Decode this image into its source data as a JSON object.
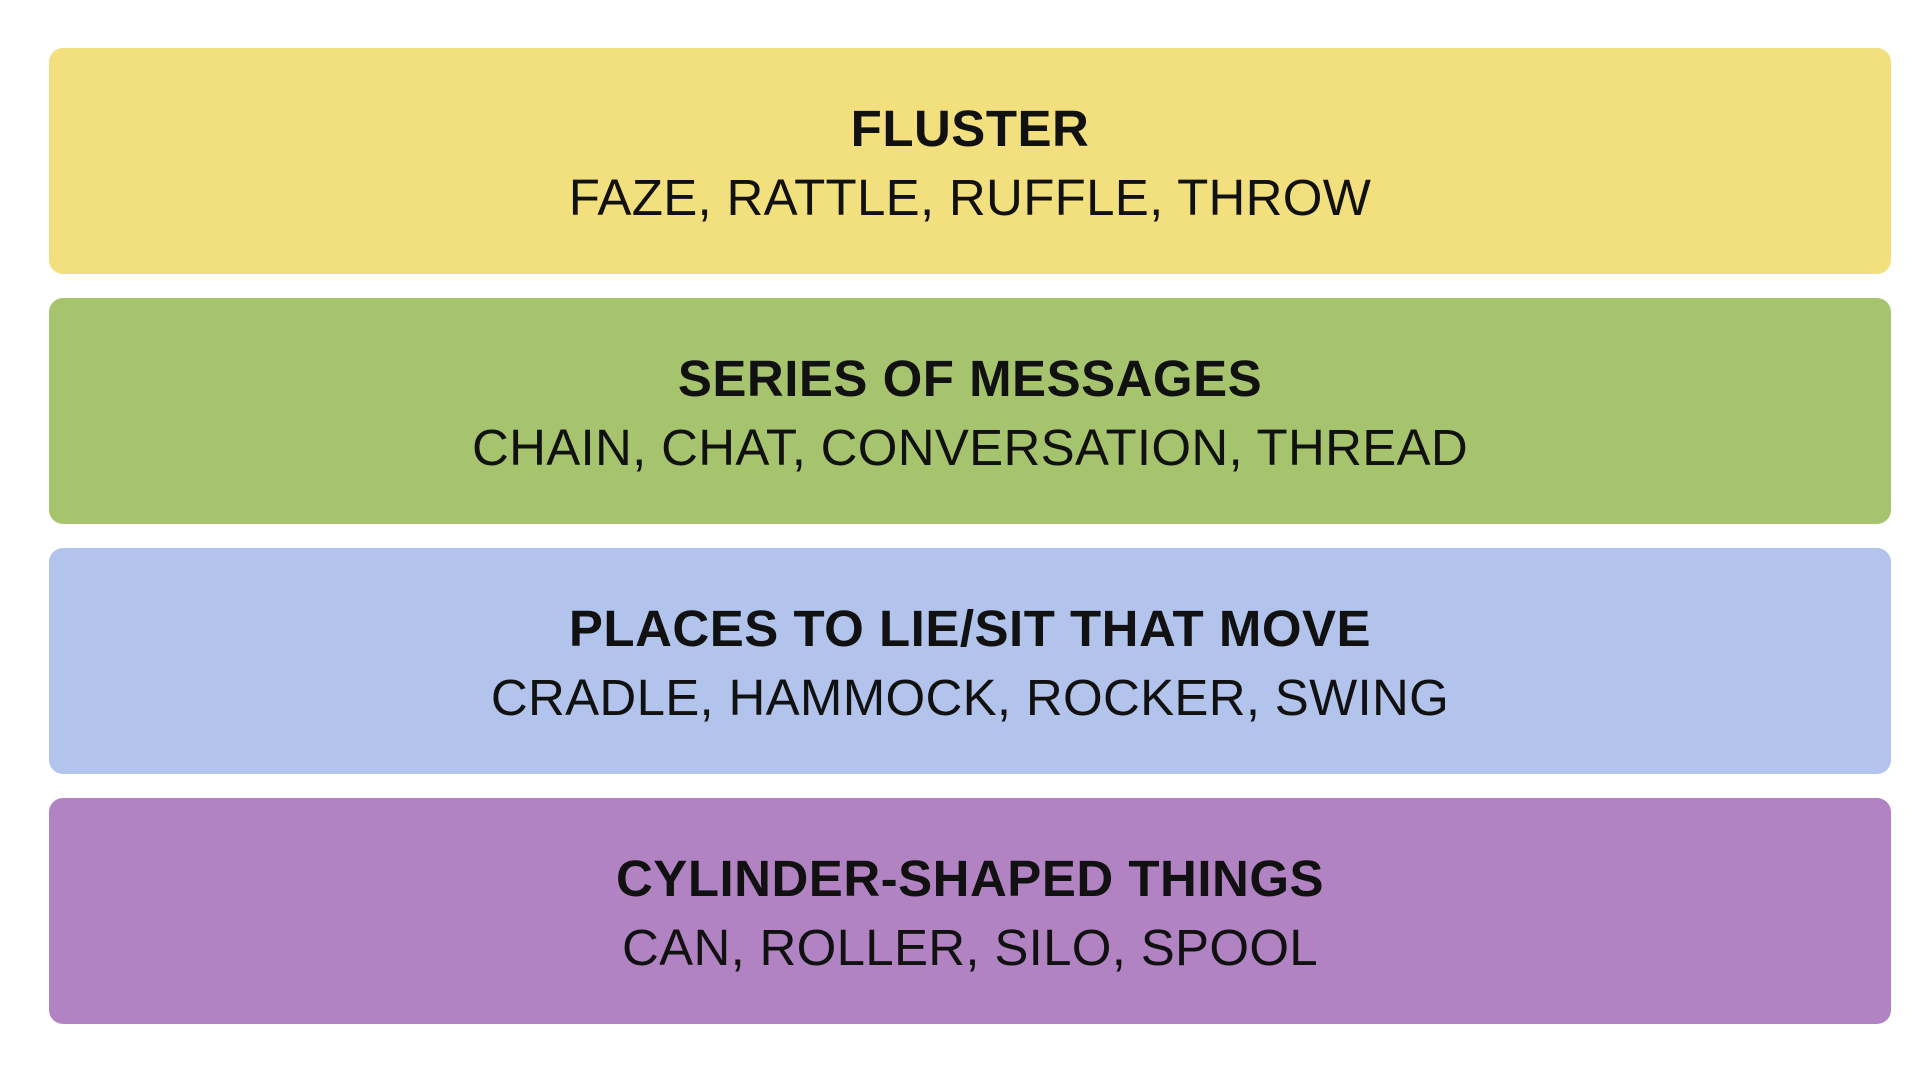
{
  "groups": [
    {
      "title": "FLUSTER",
      "words": "FAZE, RATTLE, RUFFLE, THROW",
      "color": "#F2DF7E"
    },
    {
      "title": "SERIES OF MESSAGES",
      "words": "CHAIN, CHAT, CONVERSATION, THREAD",
      "color": "#A6C46E"
    },
    {
      "title": "PLACES TO LIE/SIT THAT MOVE",
      "words": "CRADLE, HAMMOCK, ROCKER, SWING",
      "color": "#B2C3EC"
    },
    {
      "title": "CYLINDER-SHAPED THINGS",
      "words": "CAN, ROLLER, SILO, SPOOL",
      "color": "#B183C3"
    }
  ]
}
